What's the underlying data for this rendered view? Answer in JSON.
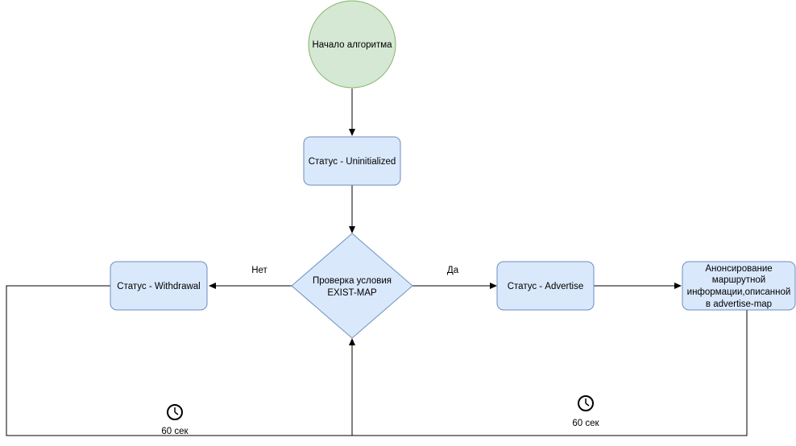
{
  "nodes": {
    "start": "Начало алгоритма",
    "uninitialized": "Статус - Uninitialized",
    "check": [
      "Проверка условия",
      "EXIST-MAP"
    ],
    "withdrawal": "Статус - Withdrawal",
    "advertise": "Статус - Advertise",
    "announce": [
      "Анонсирование",
      "маршрутной",
      "информации,описанной",
      "в advertise-map"
    ]
  },
  "edges": {
    "no_label": "Нет",
    "yes_label": "Да"
  },
  "timers": {
    "left": "60 сек",
    "right": "60 сек"
  },
  "colors": {
    "start_fill": "#d5e8d4",
    "start_stroke": "#82b366",
    "box_fill": "#dae8fc",
    "box_stroke": "#6c8ebf",
    "line": "#000000"
  }
}
